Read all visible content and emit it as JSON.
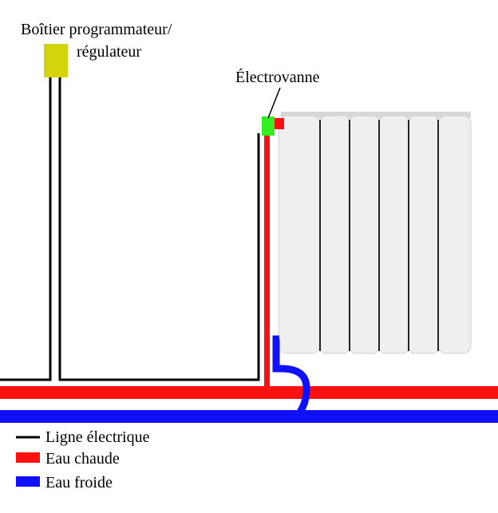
{
  "labels": {
    "controller_line1": "Boîtier programmateur/",
    "controller_line2": "régulateur",
    "valve": "Électrovanne"
  },
  "legend": [
    {
      "label": "Ligne électrique",
      "color": "#000000"
    },
    {
      "label": "Eau chaude",
      "color": "#ff1010"
    },
    {
      "label": "Eau froide",
      "color": "#1010ff"
    }
  ],
  "colors": {
    "controller": "#d4d40c",
    "valve": "#33ee22",
    "hot": "#ff1010",
    "cold": "#1010ff",
    "electric": "#000000",
    "radiator": "#ececec"
  }
}
